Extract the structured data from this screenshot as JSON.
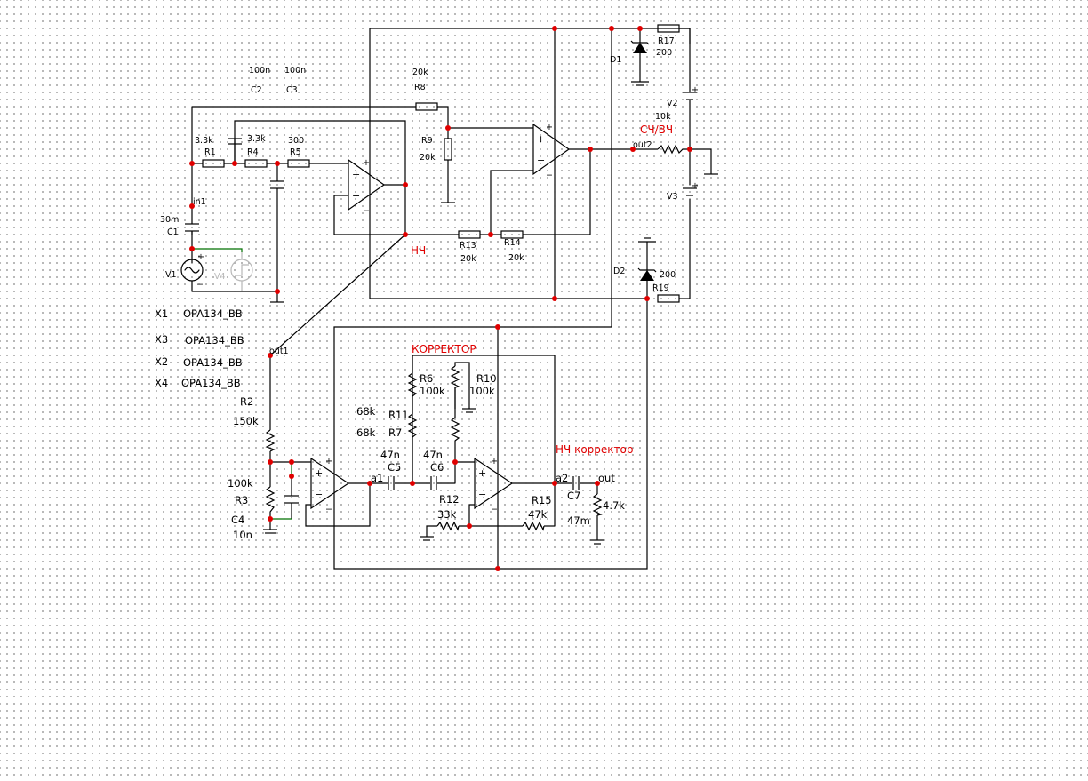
{
  "schematic": {
    "models": [
      {
        "ref": "X1",
        "model": "OPA134_BB"
      },
      {
        "ref": "X3",
        "model": "OPA134_BB"
      },
      {
        "ref": "X2",
        "model": "OPA134_BB"
      },
      {
        "ref": "X4",
        "model": "OPA134_BB"
      }
    ],
    "components": {
      "C1": {
        "ref": "C1",
        "value": "30m"
      },
      "C2": {
        "ref": "C2",
        "value": "100n"
      },
      "C3": {
        "ref": "C3",
        "value": "100n"
      },
      "C4": {
        "ref": "C4",
        "value": "10n"
      },
      "C5": {
        "ref": "C5",
        "value": "47n"
      },
      "C6": {
        "ref": "C6",
        "value": "47n"
      },
      "C7": {
        "ref": "C7",
        "value": "47m"
      },
      "R1": {
        "ref": "R1",
        "value": "3.3k"
      },
      "R4": {
        "ref": "R4",
        "value": "3.3k"
      },
      "R5": {
        "ref": "R5",
        "value": "300"
      },
      "R8": {
        "ref": "R8",
        "value": "20k"
      },
      "R9": {
        "ref": "R9",
        "value": "20k"
      },
      "R13": {
        "ref": "R13",
        "value": "20k"
      },
      "R14": {
        "ref": "R14",
        "value": "20k"
      },
      "R17": {
        "ref": "R17",
        "value": "200"
      },
      "R19": {
        "ref": "R19",
        "value": "200"
      },
      "Rout2": {
        "value": "10k"
      },
      "R2": {
        "ref": "R2",
        "value": "150k"
      },
      "R3": {
        "ref": "R3",
        "value": "100k"
      },
      "R6": {
        "ref": "R6",
        "value": "100k"
      },
      "R10": {
        "ref": "R10",
        "value": "100k"
      },
      "R11": {
        "ref": "R11",
        "value": "68k"
      },
      "R7": {
        "ref": "R7",
        "value": "68k"
      },
      "R12": {
        "ref": "R12",
        "value": "33k"
      },
      "R15": {
        "ref": "R15",
        "value": "47k"
      },
      "Rload": {
        "value": "4.7k"
      },
      "D1": {
        "ref": "D1"
      },
      "D2": {
        "ref": "D2"
      },
      "V1": {
        "ref": "V1"
      },
      "V2": {
        "ref": "V2"
      },
      "V3": {
        "ref": "V3"
      },
      "V4": {
        "ref": "V4"
      }
    },
    "nodes": {
      "in1": "in1",
      "out1": "out1",
      "out2": "out2",
      "a1": "a1",
      "a2": "a2",
      "out": "out"
    },
    "annotations": {
      "lf": "НЧ",
      "mid_high": "СЧ/ВЧ",
      "corrector": "КОРРЕКТОР",
      "lf_corrector": "НЧ корректор"
    },
    "pin_signs": {
      "plus": "+",
      "minus": "−"
    },
    "colors": {
      "wire": "#000000",
      "node": "#e00000",
      "annotation": "#e00000",
      "highlight_wire": "#007000",
      "disabled": "#b8b8b8"
    }
  }
}
